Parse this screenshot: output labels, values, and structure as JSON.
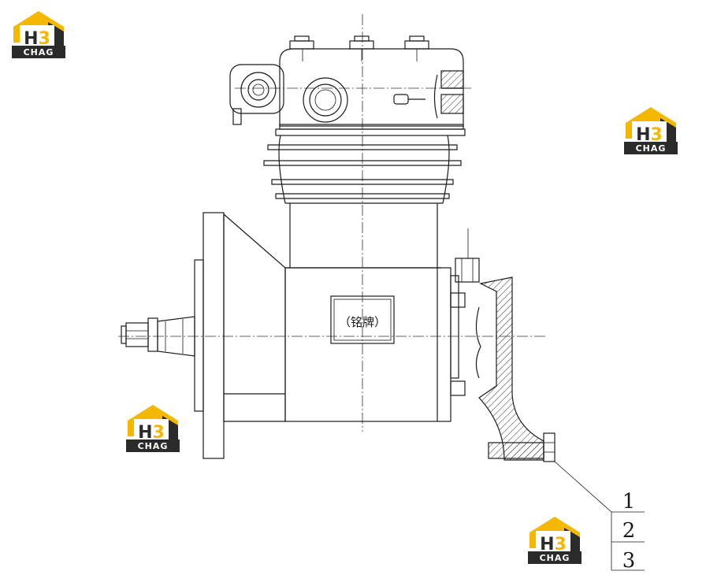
{
  "nameplate": {
    "label": "（铭牌）"
  },
  "callouts": [
    "1",
    "2",
    "3"
  ],
  "watermark": {
    "text": "CHAG",
    "mark": "H3",
    "brand_color": "#f5b800",
    "dark_color": "#2b2b2b"
  }
}
